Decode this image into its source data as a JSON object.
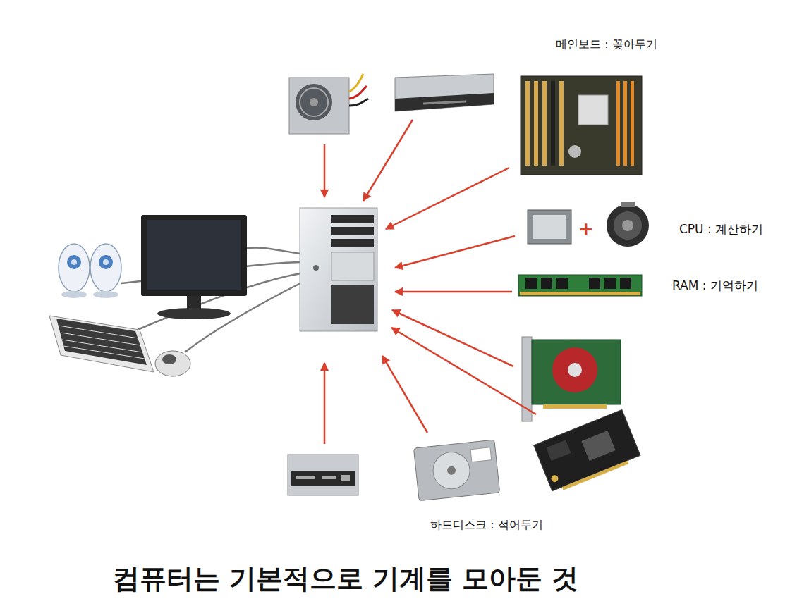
{
  "diagram": {
    "caption": "컴퓨터는 기본적으로 기계를 모아둔 것",
    "labels": [
      "메인보드 : 꽂아두기",
      "+",
      "CPU : 계산하기",
      "RAM : 기억하기",
      "하드디스크 : 적어두기"
    ]
  }
}
